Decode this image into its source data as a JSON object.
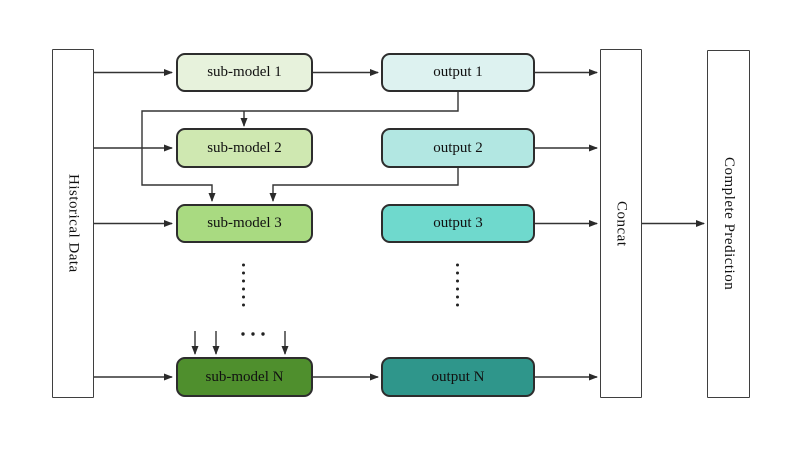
{
  "diagram": {
    "background": "#ffffff",
    "line_color": "#333333",
    "text_color": "#111111",
    "columns": {
      "input": {
        "label": "Historical Data",
        "fill": "#ffffff"
      },
      "concat": {
        "label": "Concat",
        "fill": "#ffffff"
      },
      "prediction": {
        "label": "Complete Prediction",
        "fill": "#ffffff"
      }
    },
    "sub_models": [
      {
        "label": "sub-model 1",
        "fill": "#e7f2dc"
      },
      {
        "label": "sub-model 2",
        "fill": "#cfe8b1"
      },
      {
        "label": "sub-model 3",
        "fill": "#a9da81"
      },
      {
        "label": "sub-model N",
        "fill": "#4f8f2d"
      }
    ],
    "outputs": [
      {
        "label": "output 1",
        "fill": "#ddf2f0"
      },
      {
        "label": "output 2",
        "fill": "#b2e7e2"
      },
      {
        "label": "output 3",
        "fill": "#6fd9cd"
      },
      {
        "label": "output N",
        "fill": "#2f968b"
      }
    ]
  }
}
